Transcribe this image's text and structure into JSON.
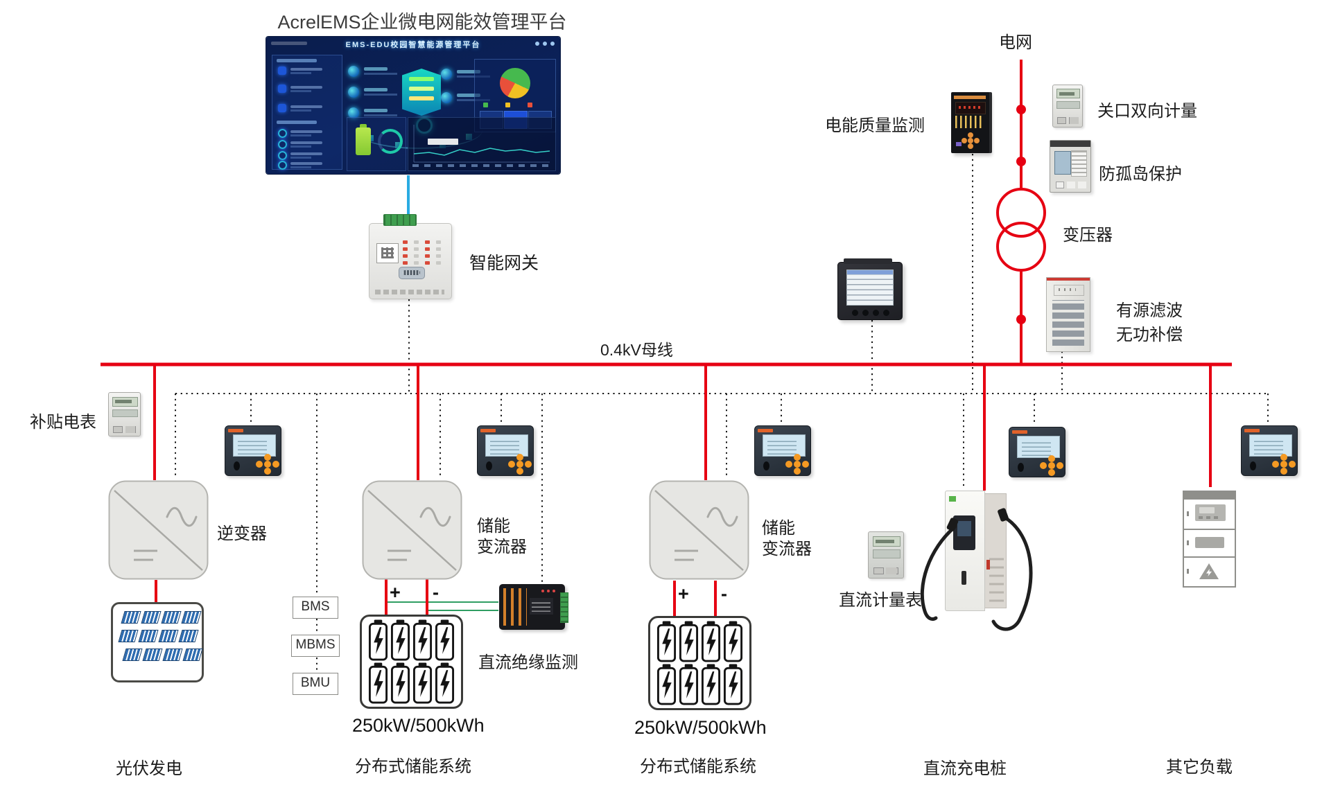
{
  "title": "AcrelEMS企业微电网能效管理平台",
  "dashboard": {
    "header": "EMS-EDU校园智慧能源管理平台"
  },
  "grid_section": {
    "grid": "电网",
    "power_quality": "电能质量监测",
    "gateway_metering": "关口双向计量",
    "anti_islanding": "防孤岛保护",
    "transformer": "变压器",
    "active_filter": "有源滤波",
    "reactive_comp": "无功补偿"
  },
  "busbar": {
    "label": "0.4kV母线"
  },
  "gateway": {
    "label": "智能网关"
  },
  "pv_section": {
    "subsidy_meter": "补贴电表",
    "inverter": "逆变器",
    "caption": "光伏发电"
  },
  "storage_section": {
    "converter_line1": "储能",
    "converter_line2": "变流器",
    "bms": "BMS",
    "mbms": "MBMS",
    "bmu": "BMU",
    "dc_insulation": "直流绝缘监测",
    "capacity": "250kW/500kWh",
    "caption": "分布式储能系统",
    "plus": "+",
    "minus": "-"
  },
  "charger_section": {
    "dc_meter": "直流计量表",
    "caption": "直流充电桩"
  },
  "loads_section": {
    "caption": "其它负载"
  },
  "colors": {
    "power_line_red": "#e60012",
    "gateway_link_blue": "#29abe2",
    "comm_line_black": "#161616",
    "dc_sense_green": "#2f9e63"
  }
}
